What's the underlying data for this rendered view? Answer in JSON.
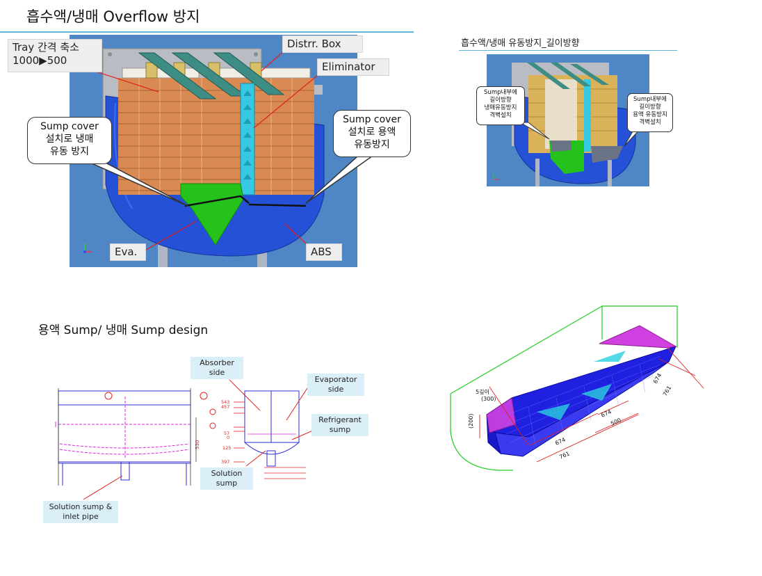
{
  "main_title": "흡수액/냉매 Overflow 방지",
  "top_right_title": "흡수액/냉매 유동방지_길이방향",
  "bottom_left_title": "용액 Sump/ 냉매 Sump design",
  "panel1": {
    "tray_label_line1": "Tray 간격 축소",
    "tray_label_line2": "1000▶500",
    "distr_box": "Distrr.  Box",
    "eliminator": "Eliminator",
    "sump_cover_left": [
      "Sump cover",
      "설치로 냉매",
      "유동 방지"
    ],
    "sump_cover_right": [
      "Sump cover",
      "설치로 용액",
      "유동방지"
    ],
    "eva": "Eva.",
    "abs": "ABS"
  },
  "panel2": {
    "bubble_left": [
      "Sump내부에",
      "길이방향",
      "냉매유동방지",
      "격벽설치"
    ],
    "bubble_right": [
      "Sump내부에",
      "길이방향",
      "용액 유동방지",
      "격벽설치"
    ]
  },
  "panel3": {
    "absorber_side": [
      "Absorber",
      "side"
    ],
    "evaporator_side": [
      "Evaporator",
      "side"
    ],
    "refrigerant_sump": [
      "Refrigerant",
      "sump"
    ],
    "solution_sump": [
      "Solution",
      "sump"
    ],
    "solution_sump_inlet": [
      "Solution sump &",
      "inlet pipe"
    ],
    "dims": [
      "543",
      "457",
      "57",
      "0",
      "125",
      "397",
      "530"
    ]
  },
  "panel4": {
    "dims": [
      "674",
      "761",
      "674",
      "500",
      "674",
      "761",
      "(200)",
      "(300)",
      "5깊이"
    ]
  },
  "colors": {
    "accent_line": "#5fb7d6",
    "background_blue": "#4f86c6",
    "shell_blue": "#1f4fd8",
    "evaporator_green": "#26c21c",
    "tube_orange": "#d98a52",
    "eliminator_cyan": "#37c9e3"
  }
}
